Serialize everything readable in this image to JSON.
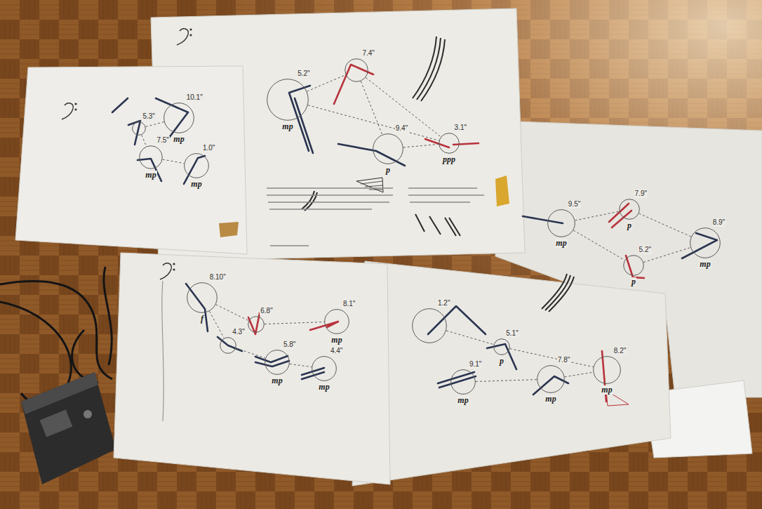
{
  "diagram": {
    "nodes": [
      {
        "text": [
          "10.1\"",
          "mp"
        ]
      },
      {
        "text": [
          "5.3\""
        ]
      },
      {
        "text": [
          "7.5\"",
          "mp"
        ]
      },
      {
        "text": [
          "1.0\"",
          "mp"
        ]
      },
      {
        "text": [
          "5.2\"",
          "mp"
        ]
      },
      {
        "text": [
          "7.4\""
        ]
      },
      {
        "text": [
          "9.4\"",
          "p"
        ]
      },
      {
        "text": [
          "3.1\"",
          "ppp"
        ]
      },
      {
        "text": [
          "9.5\"",
          "mp"
        ]
      },
      {
        "text": [
          "7.9\"",
          "p"
        ]
      },
      {
        "text": [
          "5.2\"",
          "p"
        ]
      },
      {
        "text": [
          "8.9\"",
          "mp"
        ]
      },
      {
        "text": [
          "8.10\"",
          "f"
        ]
      },
      {
        "text": [
          "6.8\""
        ]
      },
      {
        "text": [
          "4.3\""
        ]
      },
      {
        "text": [
          "5.8\"",
          "mp"
        ]
      },
      {
        "text": [
          "8.1\"",
          "mp"
        ]
      },
      {
        "text": [
          "4.4\"",
          "mp"
        ]
      },
      {
        "text": [
          "1.2\""
        ]
      },
      {
        "text": [
          "5.1\"",
          "p"
        ]
      },
      {
        "text": [
          "9.1\"",
          "mp"
        ]
      },
      {
        "text": [
          "7.8\"",
          "mp"
        ]
      },
      {
        "text": [
          "8.2\"",
          "mp"
        ]
      }
    ],
    "edges": [
      {
        "from": 1,
        "to": 0,
        "arrow": "none"
      },
      {
        "from": 1,
        "to": 2,
        "arrow": "none"
      },
      {
        "from": 2,
        "to": 3,
        "arrow": "none"
      },
      {
        "from": 4,
        "to": 5,
        "arrow": "none"
      },
      {
        "from": 5,
        "to": 6,
        "arrow": "none"
      },
      {
        "from": 5,
        "to": 7,
        "arrow": "none"
      },
      {
        "from": 4,
        "to": 7,
        "arrow": "none"
      },
      {
        "from": 6,
        "to": 7,
        "arrow": "none"
      },
      {
        "from": 8,
        "to": 9,
        "arrow": "none"
      },
      {
        "from": 8,
        "to": 10,
        "arrow": "none"
      },
      {
        "from": 9,
        "to": 11,
        "arrow": "none"
      },
      {
        "from": 10,
        "to": 11,
        "arrow": "none"
      },
      {
        "from": 12,
        "to": 14,
        "arrow": "none"
      },
      {
        "from": 12,
        "to": 13,
        "arrow": "none"
      },
      {
        "from": 13,
        "to": 16,
        "arrow": "none"
      },
      {
        "from": 14,
        "to": 15,
        "arrow": "none"
      },
      {
        "from": 15,
        "to": 17,
        "arrow": "none"
      },
      {
        "from": 18,
        "to": 19,
        "arrow": "none"
      },
      {
        "from": 20,
        "to": 21,
        "arrow": "none"
      },
      {
        "from": 21,
        "to": 22,
        "arrow": "none"
      },
      {
        "from": 19,
        "to": 22,
        "arrow": "none"
      }
    ]
  }
}
